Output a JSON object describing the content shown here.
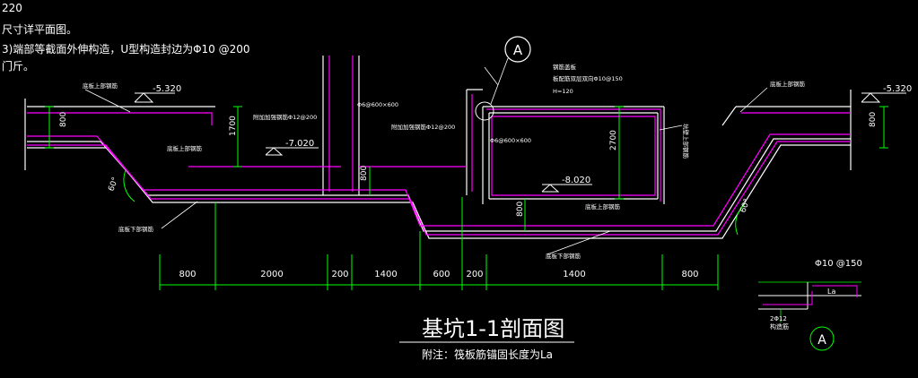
{
  "notes": {
    "line1": "220",
    "line2": "尺寸详平面图。",
    "line3": "3)端部等截面外伸构造，U型构造封边为Φ10 @200",
    "line4": "门斤。"
  },
  "labels": {
    "top_bar_left": "底板上部钢筋",
    "top_bar_right": "底板上部钢筋",
    "bottom_bar_left": "底板下部钢筋",
    "bottom_bar_center": "底板下部钢筋",
    "top_bar_center": "底板上部钢筋",
    "top_bar_mid": "底板上部钢筋",
    "pit_anchor_right": "坑壁上部钢筋",
    "add_bar_left": "附加加强钢筋Φ12@200",
    "add_bar_center": "附加加强钢筋Φ12@200",
    "stirrup_a": "Φ6@600×600",
    "stirrup_b": "Φ6@600×600",
    "pit_cover_title": "钢筋盖板",
    "pit_cover_bar": "板配筋双层双向Φ10@150",
    "pit_cover_h": "H=120"
  },
  "elevations": {
    "left": "-5.320",
    "right": "-5.320",
    "mid": "-7.020",
    "pit": "-8.020"
  },
  "vertical_dims": {
    "left_slab": "800",
    "right_slab": "800",
    "depth_1700": "1700",
    "depth_2700": "2700",
    "mid_800": "800",
    "bottom_800": "800"
  },
  "angles": {
    "left": "60°",
    "right": "60°"
  },
  "bottom_dims": [
    "800",
    "2000",
    "200",
    "1400",
    "600",
    "200",
    "1400",
    "800"
  ],
  "callout": {
    "marker": "A"
  },
  "detail": {
    "bar": "Φ10 @150",
    "la": "La",
    "bottom_bars": "2Φ12",
    "bottom_bars_note": "构造筋",
    "marker": "A"
  },
  "title": {
    "main": "基坑1-1剖面图",
    "note": "附注：筏板筋锚固长度为La"
  },
  "colors": {
    "background": "#000000",
    "structure": "#ffffff",
    "rebar": "#ff00ff",
    "dimension": "#00ff00",
    "annotation": "#ffffff"
  }
}
